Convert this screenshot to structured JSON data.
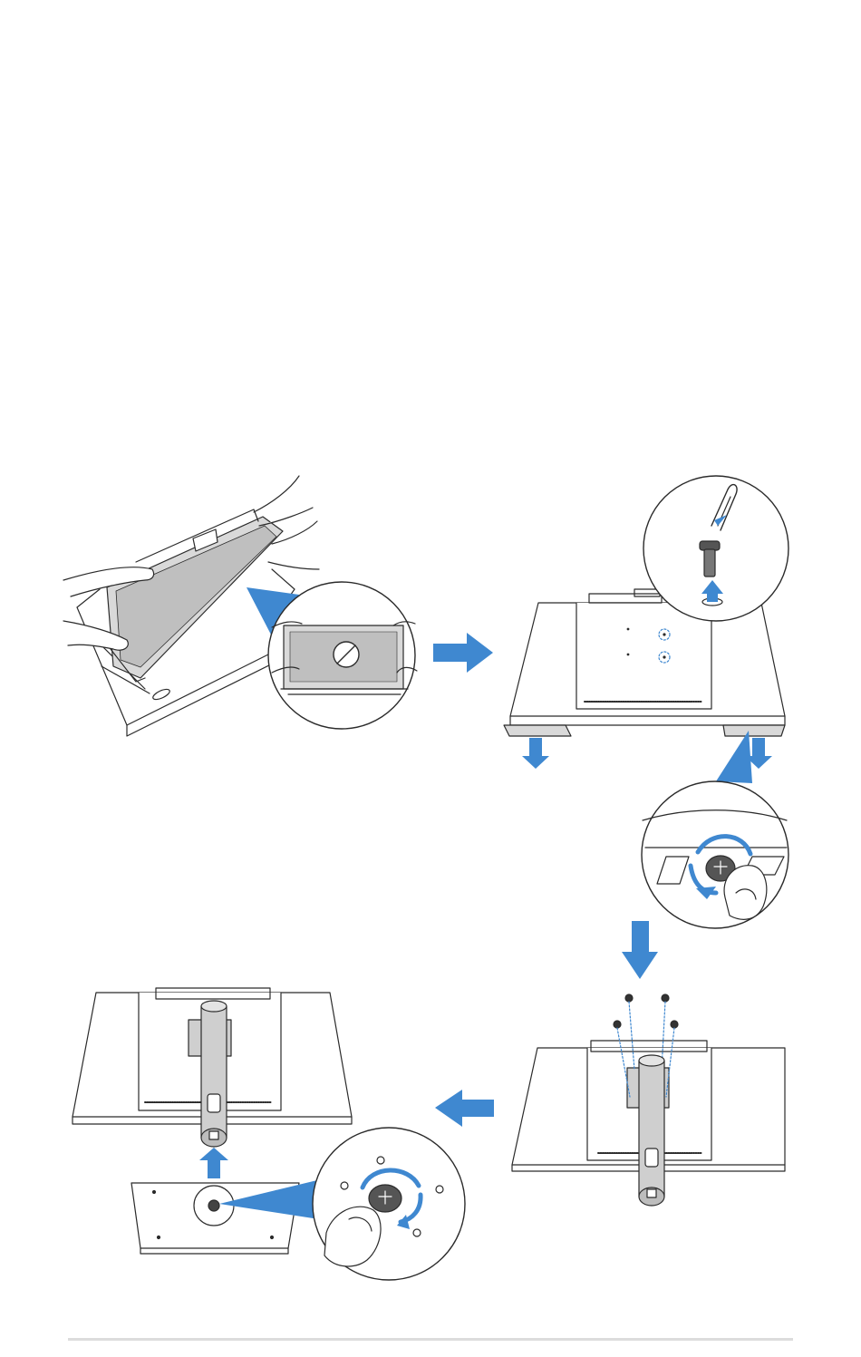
{
  "page": {
    "background": "#ffffff",
    "line_color": "#2b2b2b",
    "accent_color": "#3f88d0",
    "panel_fill": "#e4e4e4",
    "footer_rule_color": "#dcdcdc"
  },
  "illustrations": {
    "step1": {
      "id": "step-1-remove-from-carton",
      "icons": [
        "hands-icon",
        "monitor-panel-icon",
        "carton-icon",
        "no-touch-screen-icon",
        "magnifier-callout"
      ]
    },
    "step2": {
      "id": "step-2-remove-rubber-cover-and-feet",
      "icons": [
        "paperclip-icon",
        "screw-cap-icon",
        "magnifier-callout",
        "down-arrow-icon"
      ]
    },
    "step3": {
      "id": "step-3-loosen-foot-screw",
      "icons": [
        "thumb-icon",
        "rotate-arrow-icon",
        "magnifier-callout"
      ]
    },
    "step4": {
      "id": "step-4-attach-arm-with-screws",
      "icons": [
        "screw-icon",
        "stand-arm-icon"
      ]
    },
    "step5": {
      "id": "step-5-attach-base",
      "icons": [
        "base-plate-icon",
        "up-arrow-icon",
        "thumb-screw-icon",
        "rotate-arrow-icon",
        "magnifier-callout"
      ]
    }
  }
}
